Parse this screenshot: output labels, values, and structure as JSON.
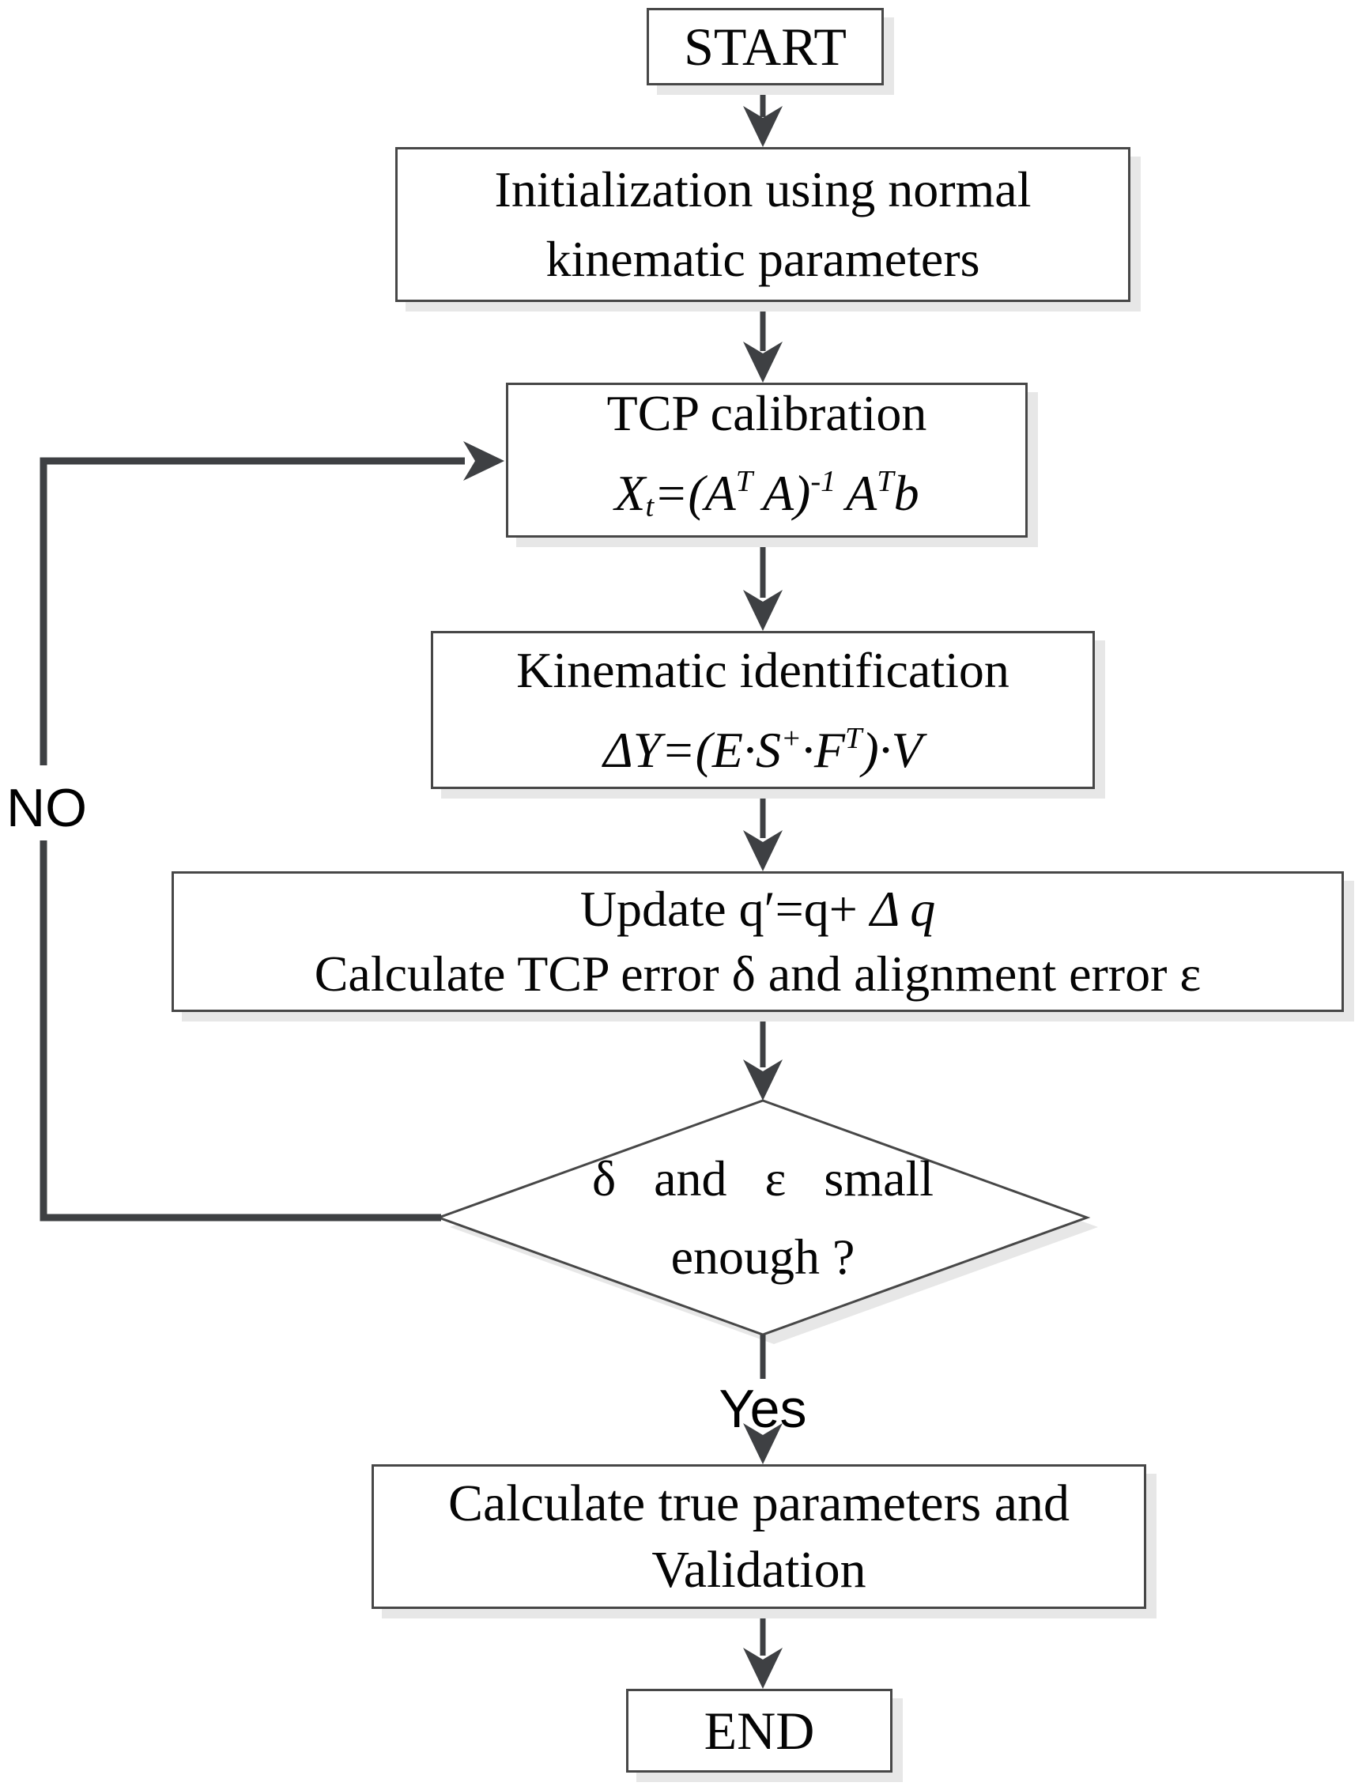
{
  "diagram": {
    "nodes": {
      "start": {
        "label": "START"
      },
      "init": {
        "lines": [
          "Initialization using normal",
          "kinematic parameters"
        ]
      },
      "tcp": {
        "title": "TCP calibration",
        "formula": [
          {
            "t": "X",
            "c": "it"
          },
          {
            "t": "t",
            "c": "it sub"
          },
          {
            "t": "=(A",
            "c": "it"
          },
          {
            "t": "T",
            "c": "it sup"
          },
          {
            "t": " A)",
            "c": "it"
          },
          {
            "t": "-1",
            "c": "it sup"
          },
          {
            "t": " A",
            "c": "it"
          },
          {
            "t": "T",
            "c": "it sup"
          },
          {
            "t": "b",
            "c": "it"
          }
        ]
      },
      "kinematic": {
        "title": "Kinematic identification",
        "formula": [
          {
            "t": "ΔY=(E·S",
            "c": "it"
          },
          {
            "t": "+",
            "c": "it sup"
          },
          {
            "t": "·F",
            "c": "it"
          },
          {
            "t": "T",
            "c": "it sup"
          },
          {
            "t": ")·V",
            "c": "it"
          }
        ]
      },
      "update": {
        "line1": [
          {
            "t": "Update q′=q+ ",
            "c": ""
          },
          {
            "t": "Δ",
            "c": "it"
          },
          {
            "t": " q",
            "c": "it"
          }
        ],
        "line2": "Calculate TCP error δ and alignment error ε"
      },
      "decision": {
        "line1": "δ  and  ε  small",
        "line2": "enough ?"
      },
      "calculate": {
        "lines": [
          "Calculate true parameters and",
          "Validation"
        ]
      },
      "end": {
        "label": "END"
      }
    },
    "edge_labels": {
      "no": "NO",
      "yes": "Yes"
    }
  },
  "colors": {
    "line": "#3e4043",
    "border": "#474747",
    "shadow": "#e7e7e7",
    "text": "#050505",
    "background": "#ffffff"
  }
}
